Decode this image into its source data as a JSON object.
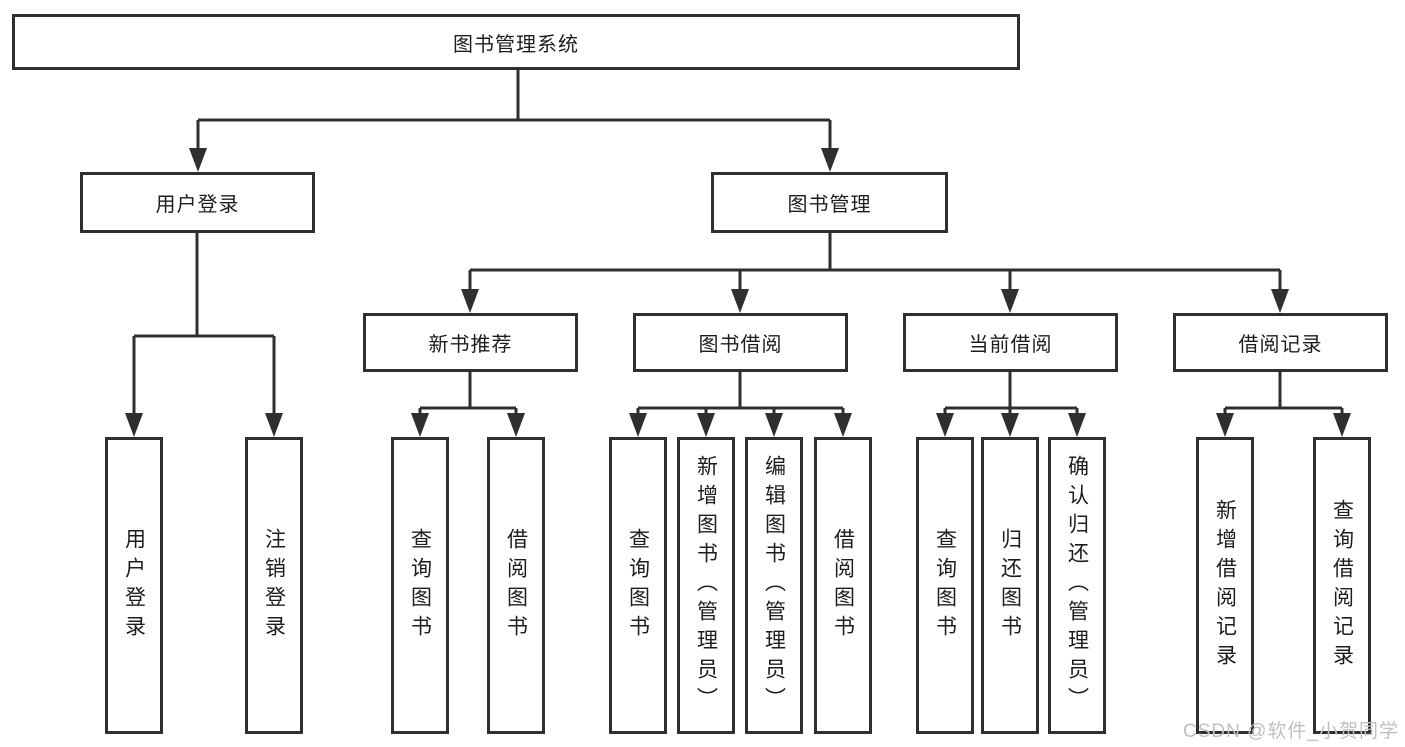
{
  "colors": {
    "line": "#2f2f2f",
    "border": "#2f2f2f",
    "text": "#1d1d1f",
    "watermark": "#c0c0c0",
    "background": "#ffffff"
  },
  "watermark": {
    "text": "CSDN @软件_小贺同学"
  },
  "diagram": {
    "type": "hierarchy-tree",
    "root": {
      "label": "图书管理系统"
    },
    "branches": [
      {
        "label": "用户登录",
        "children": [
          {
            "label": "用户登录"
          },
          {
            "label": "注销登录"
          }
        ]
      },
      {
        "label": "图书管理",
        "groups": [
          {
            "label": "新书推荐",
            "children": [
              {
                "label": "查询图书"
              },
              {
                "label": "借阅图书"
              }
            ]
          },
          {
            "label": "图书借阅",
            "children": [
              {
                "label": "查询图书"
              },
              {
                "label": "新增图书（管理员）"
              },
              {
                "label": "编辑图书（管理员）"
              },
              {
                "label": "借阅图书"
              }
            ]
          },
          {
            "label": "当前借阅",
            "children": [
              {
                "label": "查询图书"
              },
              {
                "label": "归还图书"
              },
              {
                "label": "确认归还（管理员）"
              }
            ]
          },
          {
            "label": "借阅记录",
            "children": [
              {
                "label": "新增借阅记录"
              },
              {
                "label": "查询借阅记录"
              }
            ]
          }
        ]
      }
    ]
  }
}
